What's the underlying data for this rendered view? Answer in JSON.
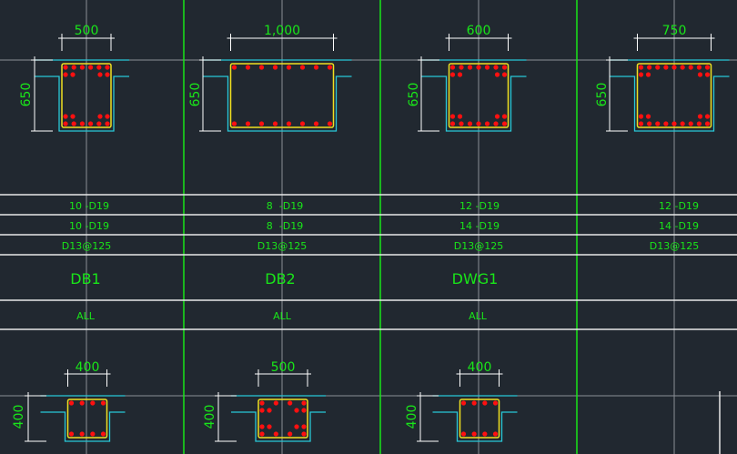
{
  "colors": {
    "background": "#212830",
    "text": "#19e619",
    "grid": "#8a8f96",
    "column_line": "#19e619",
    "table_line": "#e8e8e8",
    "slab": "#28c8d8",
    "stirrup": "#f0e020",
    "rebar": "#ff1010",
    "dimension": "#ffffff"
  },
  "columns": [
    {
      "name": "DB1",
      "width_label": "500",
      "height_label": "650",
      "top_bars": "10 -D19",
      "bottom_bars": "10 -D19",
      "stirrup": "D13@125",
      "scope": "ALL"
    },
    {
      "name": "DB2",
      "width_label": "1,000",
      "height_label": "650",
      "top_bars": "8  -D19",
      "bottom_bars": "8  -D19",
      "stirrup": "D13@125",
      "scope": "ALL"
    },
    {
      "name": "DWG1",
      "width_label": "600",
      "height_label": "650",
      "top_bars": "12 -D19",
      "bottom_bars": "14 -D19",
      "stirrup": "D13@125",
      "scope": "ALL"
    },
    {
      "name": "",
      "width_label": "750",
      "height_label": "650",
      "top_bars": "12 -D19",
      "bottom_bars": "14 -D19",
      "stirrup": "D13@125",
      "scope": ""
    }
  ],
  "lower_sections": [
    {
      "width_label": "400",
      "height_label": "400"
    },
    {
      "width_label": "500",
      "height_label": "400"
    },
    {
      "width_label": "400",
      "height_label": "400"
    }
  ]
}
